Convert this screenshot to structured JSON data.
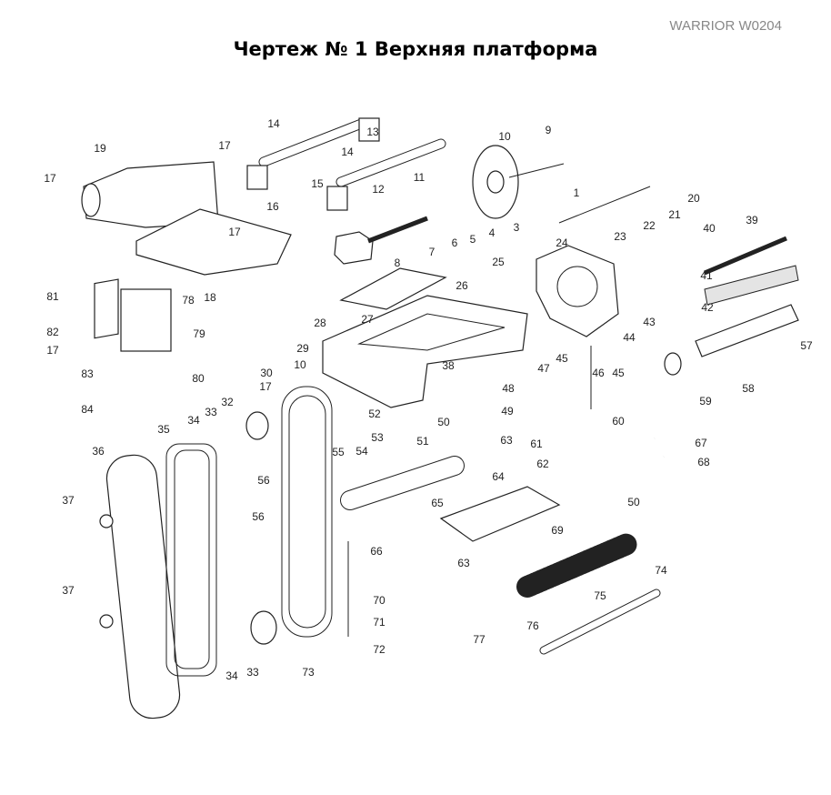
{
  "brand": "WARRIOR W0204",
  "title": "Чертеж № 1 Верхняя платформа",
  "labels": [
    "14",
    "13",
    "19",
    "17",
    "17",
    "16",
    "15",
    "14",
    "12",
    "11",
    "10",
    "9",
    "1",
    "20",
    "21",
    "22",
    "23",
    "3",
    "4",
    "5",
    "6",
    "7",
    "17",
    "8",
    "18",
    "78",
    "81",
    "79",
    "82",
    "17",
    "80",
    "83",
    "84",
    "24",
    "25",
    "26",
    "27",
    "28",
    "29",
    "38",
    "44",
    "43",
    "45",
    "47",
    "46",
    "45",
    "40",
    "39",
    "41",
    "42",
    "57",
    "59",
    "58",
    "48",
    "49",
    "60",
    "30",
    "10",
    "17",
    "52",
    "53",
    "54",
    "55",
    "51",
    "50",
    "63",
    "64",
    "67",
    "68",
    "61",
    "62",
    "32",
    "33",
    "34",
    "35",
    "36",
    "56",
    "37",
    "65",
    "66",
    "69",
    "50",
    "56",
    "63",
    "74",
    "70",
    "71",
    "72",
    "75",
    "76",
    "77",
    "37",
    "34",
    "33",
    "73"
  ]
}
